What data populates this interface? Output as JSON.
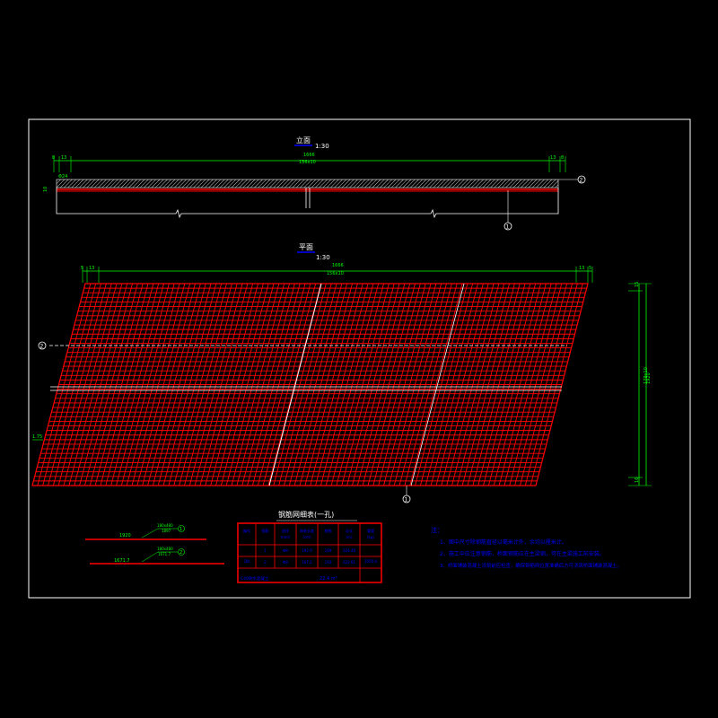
{
  "colors": {
    "background": "#000000",
    "frame": "#ffffff",
    "dimension": "#00ff00",
    "mesh": "#ff0000",
    "title": "#ffffff",
    "title_underline": "#0000ff",
    "notes": "#0000ff",
    "table_border": "#ff0000",
    "table_text": "#0000ff",
    "callout": "#00ff00"
  },
  "elevation": {
    "title": "立面",
    "scale": "1:30",
    "dim_total": "1666",
    "dim_spacing": "156x10",
    "dim_left_a": "8",
    "dim_left_b": "13",
    "dim_right_a": "13",
    "dim_right_b": "8",
    "phi_label": "Φ24",
    "thickness_label": "10",
    "callout_1": "1",
    "callout_2": "2"
  },
  "plan": {
    "title": "平面",
    "scale": "1:30",
    "dim_total": "1666",
    "dim_spacing": "156x10",
    "dim_left_a": "5",
    "dim_left_b": "13",
    "dim_right_a": "13",
    "dim_right_b": "5",
    "left_label": "1.75",
    "right_dim_top": "15",
    "right_dim_mid": "179x10",
    "right_dim_total": "1920",
    "right_dim_bottom": "16",
    "callout_1": "1",
    "callout_2": "2"
  },
  "bar_details": {
    "bar1_length": "1920",
    "bar1_tag": "1",
    "bar1_spec": "180x480",
    "bar1_len2": "1897",
    "bar2_length": "1671.7",
    "bar2_tag": "2",
    "bar2_spec": "180x480",
    "bar2_len2": "1671.7"
  },
  "table": {
    "title": "钢筋网细表(一孔)",
    "headers": [
      "编号",
      "钢筋",
      "直径\n(mm)",
      "每根长度\n(cm)",
      "根数",
      "总长\n(m)",
      "重量\n(kg)"
    ],
    "rows": [
      [
        "D8",
        "1",
        "Φ8",
        "192.0",
        "169",
        "324.48",
        "1050.6"
      ],
      [
        "",
        "2",
        "Φ8",
        "167.2",
        "193",
        "322.61",
        ""
      ]
    ],
    "footer_label": "C40防水混凝土",
    "footer_value": "22.4 m³"
  },
  "notes": {
    "heading": "注：",
    "lines": [
      "1、图中尺寸除钢筋直径以毫米计外，余均以厘米计。",
      "2、施工中应注意钢筋，桥面钢筋应在主梁钢，可在主梁施工前安装。",
      "3、桥面铺装混凝土浇筑前应检查，确保钢筋网位置准确后方可浇筑桥面铺装混凝土。"
    ]
  }
}
